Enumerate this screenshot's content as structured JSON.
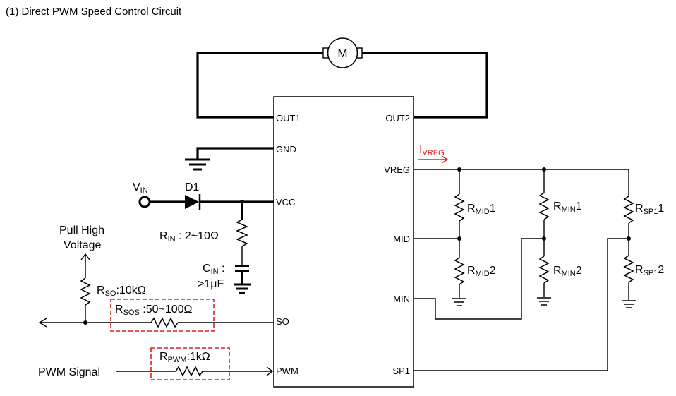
{
  "title": "(1) Direct PWM Speed Control Circuit",
  "motor": {
    "label": "M"
  },
  "pins": {
    "out1": "OUT1",
    "gnd": "GND",
    "vcc": "VCC",
    "so": "SO",
    "pwm": "PWM",
    "out2": "OUT2",
    "vreg": "VREG",
    "mid": "MID",
    "min": "MIN",
    "sp1": "SP1"
  },
  "labels": {
    "vin": {
      "main": "V",
      "sub": "IN"
    },
    "d1": "D1",
    "rin": {
      "main": "R",
      "sub": "IN",
      "value": " : 2~10Ω"
    },
    "cin": {
      "main": "C",
      "sub": "IN",
      "value": " :",
      "value2": ">1μF"
    },
    "pull_high": {
      "line1": "Pull High",
      "line2": "Voltage"
    },
    "rso": {
      "main": "R",
      "sub": "SO",
      "value": ":10kΩ"
    },
    "rsos": {
      "main": "R",
      "sub": "SOS",
      "value": " :50~100Ω"
    },
    "rpwm": {
      "main": "R",
      "sub": "PWM",
      "value": ":1kΩ"
    },
    "pwm_signal": "PWM Signal",
    "ivreg": {
      "main": "I",
      "sub": "VREG"
    },
    "rmid1": {
      "main": "R",
      "sub": "MID",
      "value": "1"
    },
    "rmid2": {
      "main": "R",
      "sub": "MID",
      "value": "2"
    },
    "rmin1": {
      "main": "R",
      "sub": "MIN",
      "value": "1"
    },
    "rmin2": {
      "main": "R",
      "sub": "MIN",
      "value": "2"
    },
    "rsp1_1": {
      "main": "R",
      "sub": "SP1",
      "value": "1"
    },
    "rsp1_2": {
      "main": "R",
      "sub": "SP1",
      "value": "2"
    }
  },
  "colors": {
    "highlight": "#e0201a",
    "wire": "#000000"
  }
}
